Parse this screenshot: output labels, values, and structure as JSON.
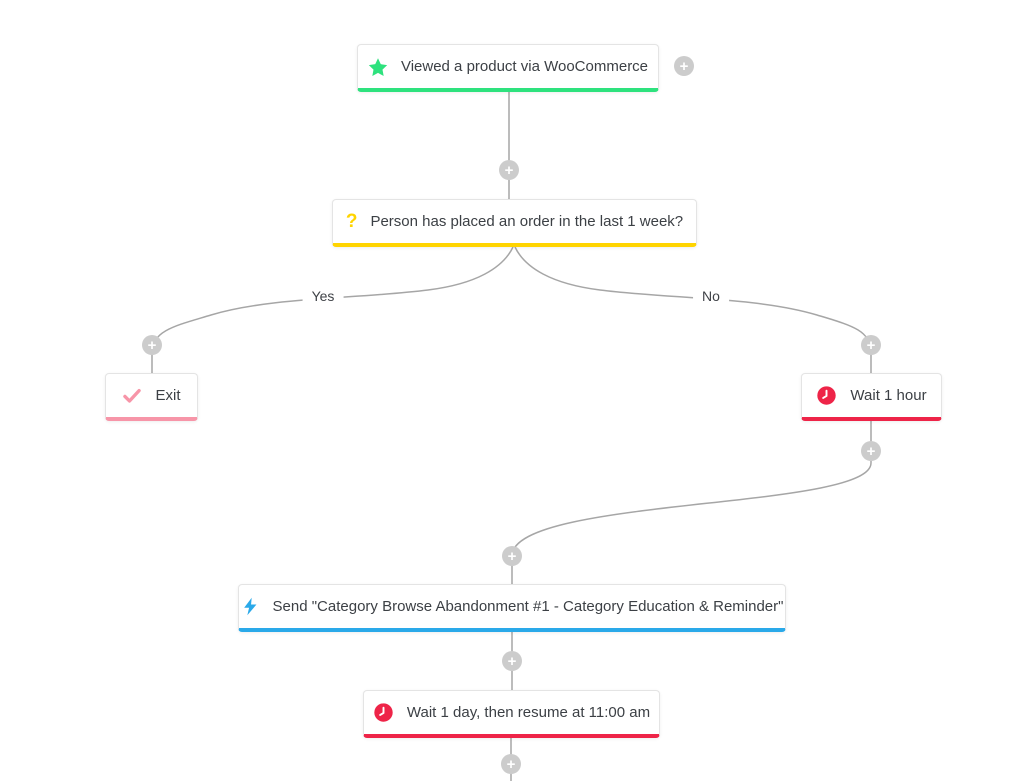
{
  "workflow": {
    "plus_glyph": "+",
    "wire_color": "#a6a6a6",
    "branch_labels": {
      "yes": "Yes",
      "no": "No"
    },
    "nodes": [
      {
        "id": "trigger",
        "type": "trigger",
        "label": "Viewed a product via WooCommerce",
        "icon": "star-icon",
        "color": "#2ee27e"
      },
      {
        "id": "decision",
        "type": "decision",
        "label": "Person has placed an order in the last 1 week?",
        "icon": "question-icon",
        "color": "#ffd400",
        "question_glyph": "?"
      },
      {
        "id": "exit",
        "type": "exit",
        "label": "Exit",
        "icon": "check-icon",
        "color": "#f795a8"
      },
      {
        "id": "wait-1-hour",
        "type": "delay",
        "label": "Wait 1 hour",
        "icon": "clock-icon",
        "color": "#ee2448"
      },
      {
        "id": "send-email",
        "type": "action",
        "label": "Send \"Category Browse Abandonment #1 - Category Education & Reminder\"",
        "icon": "lightning-icon",
        "color": "#2aa9e9"
      },
      {
        "id": "wait-1-day",
        "type": "delay",
        "label": "Wait 1 day, then resume at 11:00 am",
        "icon": "clock-icon",
        "color": "#ee2448"
      }
    ]
  }
}
